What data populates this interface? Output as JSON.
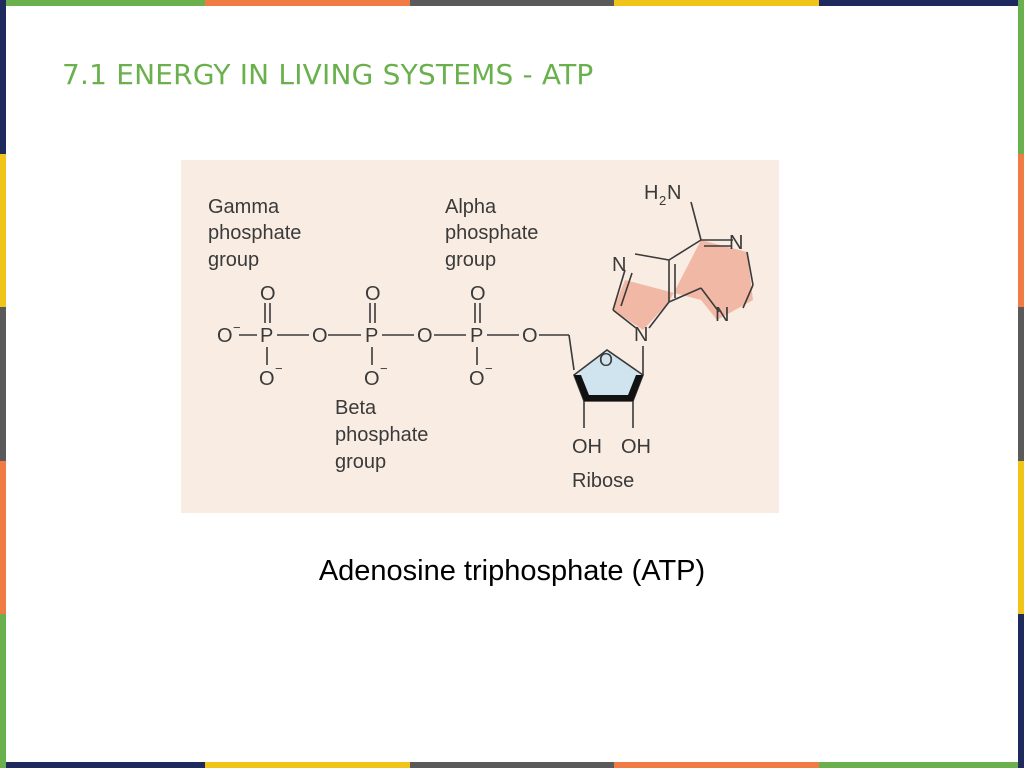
{
  "slide": {
    "title": "7.1 ENERGY IN LIVING SYSTEMS - ATP",
    "caption": "Adenosine triphosphate (ATP)"
  },
  "colors": {
    "title": "#6ab04c",
    "diagram_background": "#f9ece3",
    "adenine_fill": "#f2b8a6",
    "ribose_fill": "#cfe4ee",
    "border_palette": [
      "#6ab04c",
      "#f0c419",
      "#f07b45",
      "#1e2a5e",
      "#5a5a5a"
    ]
  },
  "diagram": {
    "labels": {
      "gamma": [
        "Gamma",
        "phosphate",
        "group"
      ],
      "alpha": [
        "Alpha",
        "phosphate",
        "group"
      ],
      "beta": [
        "Beta",
        "phosphate",
        "group"
      ],
      "ribose": "Ribose"
    },
    "atoms": {
      "o_minus": "O",
      "minus": "−",
      "o": "O",
      "p": "P",
      "n": "N",
      "h2n_h": "H",
      "h2n_2": "2",
      "h2n_n": "N",
      "ring_o": "O",
      "oh_left": "OH",
      "oh_right": "OH"
    }
  }
}
